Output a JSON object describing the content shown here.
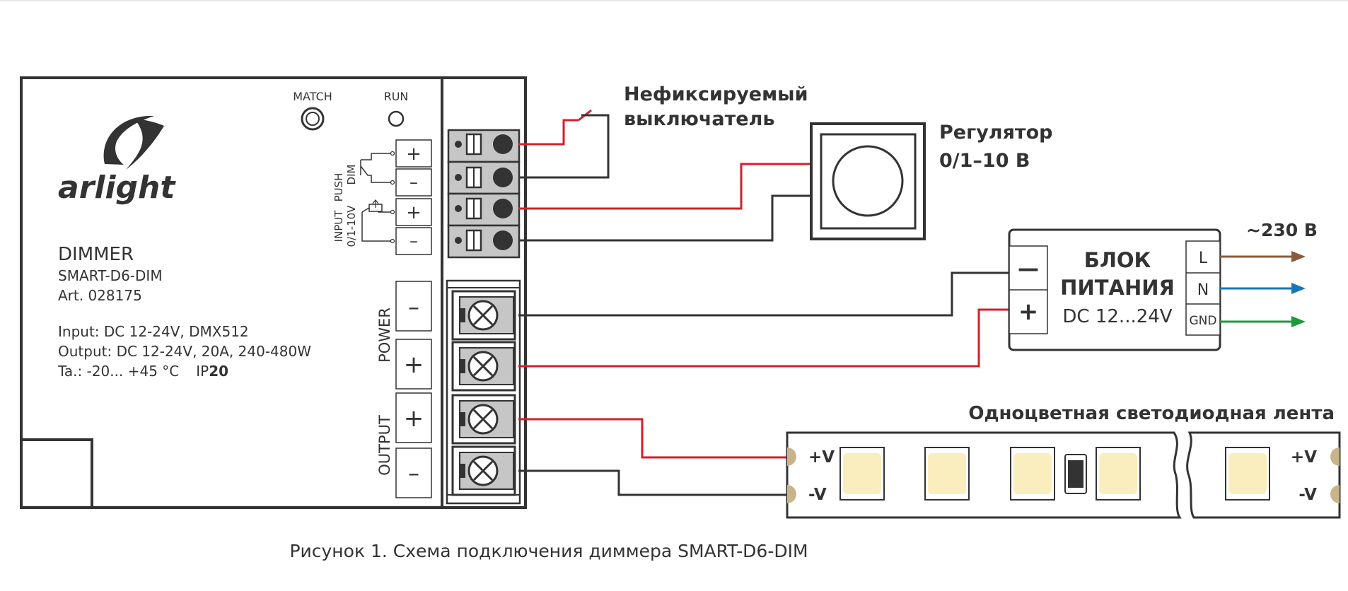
{
  "device": {
    "brand": "arlight",
    "model_title": "DIMMER",
    "model_name": "SMART-D6-DIM",
    "article": "Art. 028175",
    "input_spec": "Input: DC 12-24V, DMX512",
    "output_spec": "Output: DC 12-24V, 20A, 240-480W",
    "temp_spec": "Ta.: -20... +45 °C",
    "ip_prefix": "IP",
    "ip_value": "20",
    "indicator_match": "MATCH",
    "indicator_run": "RUN",
    "group_push_dim_1": "PUSH",
    "group_push_dim_2": "DIM",
    "group_input_1": "INPUT",
    "group_input_2": "0/1-10V",
    "group_power": "POWER",
    "group_output": "OUTPUT",
    "sign_plus": "+",
    "sign_minus": "–"
  },
  "switch": {
    "label_line1": "Нефиксируемый",
    "label_line2": "выключатель"
  },
  "regulator": {
    "label_line1": "Регулятор",
    "label_line2": "0/1–10 В"
  },
  "psu": {
    "title_line1": "БЛОК",
    "title_line2": "ПИТАНИЯ",
    "voltage": "DC 12...24V",
    "term_minus": "—",
    "term_plus": "+",
    "term_l": "L",
    "term_n": "N",
    "term_gnd": "GND",
    "mains": "~230 В",
    "wire_colors": {
      "L": "#8a5a3c",
      "N": "#1a74b8",
      "GND": "#1d9a3c"
    }
  },
  "strip": {
    "title": "Одноцветная светодиодная лента",
    "pad_plus": "+V",
    "pad_minus": "-V"
  },
  "wire_colors": {
    "positive": "#d3202a",
    "negative": "#333333"
  },
  "caption": "Рисунок 1. Схема подключения диммера SMART-D6-DIM"
}
